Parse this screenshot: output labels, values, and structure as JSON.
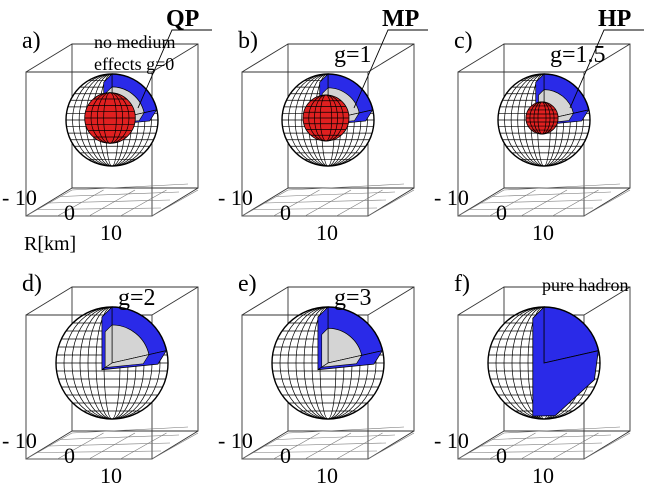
{
  "panels": [
    {
      "tag": "a)",
      "model": "QP",
      "labels": [
        "no medium",
        "effects g=0"
      ],
      "core": 0.55,
      "shell": 0.72,
      "cutout": true
    },
    {
      "tag": "b)",
      "model": "MP",
      "labels": [
        "g=1"
      ],
      "core": 0.5,
      "shell": 0.7,
      "cutout": true
    },
    {
      "tag": "c)",
      "model": "HP",
      "labels": [
        "g=1.5"
      ],
      "core": 0.35,
      "shell": 0.66,
      "cutout": true
    },
    {
      "tag": "d)",
      "model": "",
      "labels": [
        "g=2"
      ],
      "core": 0.0,
      "shell": 0.68,
      "cutout": true
    },
    {
      "tag": "e)",
      "model": "",
      "labels": [
        "g=3"
      ],
      "core": 0.0,
      "shell": 0.62,
      "cutout": true
    },
    {
      "tag": "f)",
      "model": "",
      "labels": [
        "pure hadron"
      ],
      "core": 0.0,
      "shell": 0.0,
      "cutout": false
    }
  ],
  "axis": {
    "ticks": [
      "- 10",
      "0",
      "10"
    ],
    "label": "R[km]"
  },
  "colors": {
    "quark_core": "#e02020",
    "hadron_shell": "#2a2ae8",
    "mixed_phase": "#d4d4d4",
    "background": "#ffffff"
  }
}
